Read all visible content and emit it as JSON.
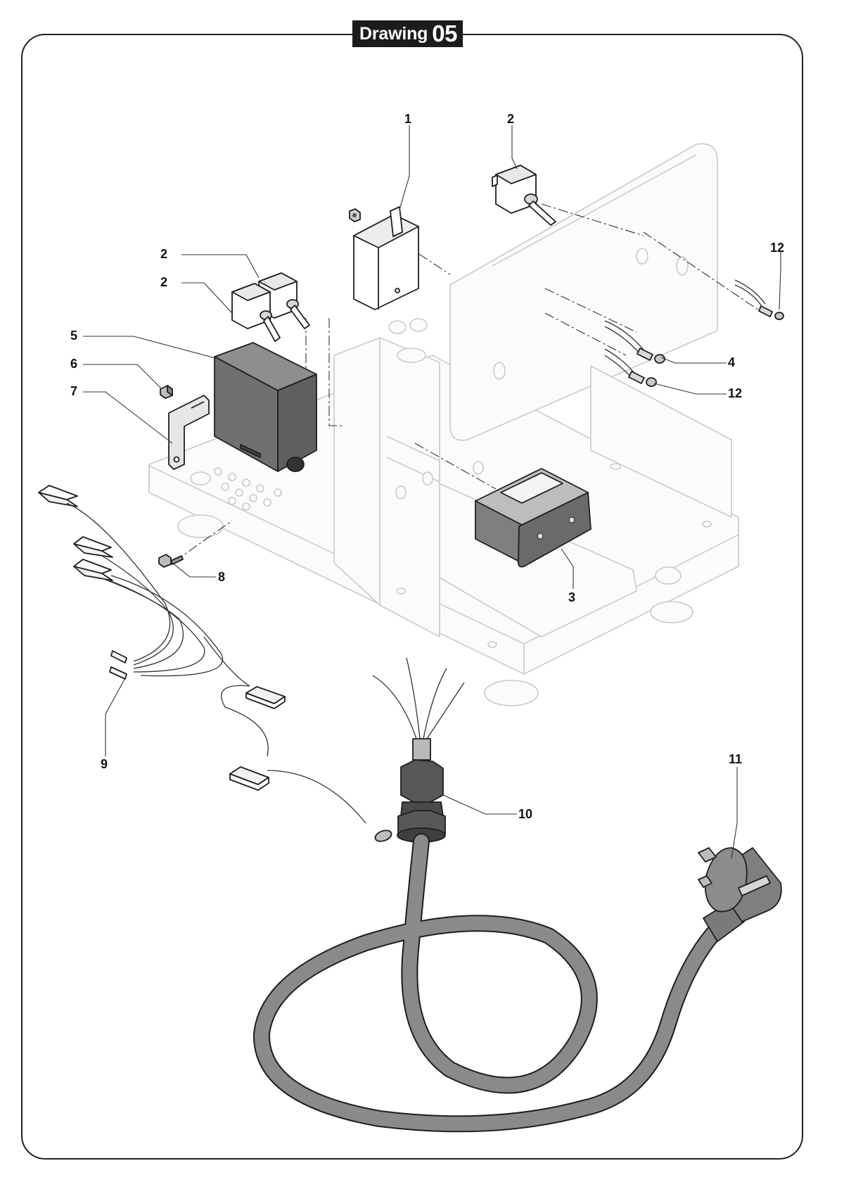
{
  "title": {
    "word": "Drawing",
    "number": "05"
  },
  "callouts": [
    {
      "id": "c1",
      "label": "1"
    },
    {
      "id": "c2a",
      "label": "2"
    },
    {
      "id": "c2b",
      "label": "2"
    },
    {
      "id": "c2c",
      "label": "2"
    },
    {
      "id": "c12a",
      "label": "12"
    },
    {
      "id": "c5",
      "label": "5"
    },
    {
      "id": "c6",
      "label": "6"
    },
    {
      "id": "c7",
      "label": "7"
    },
    {
      "id": "c4",
      "label": "4"
    },
    {
      "id": "c12b",
      "label": "12"
    },
    {
      "id": "c8",
      "label": "8"
    },
    {
      "id": "c3",
      "label": "3"
    },
    {
      "id": "c9",
      "label": "9"
    },
    {
      "id": "c11",
      "label": "11"
    },
    {
      "id": "c10",
      "label": "10"
    }
  ]
}
